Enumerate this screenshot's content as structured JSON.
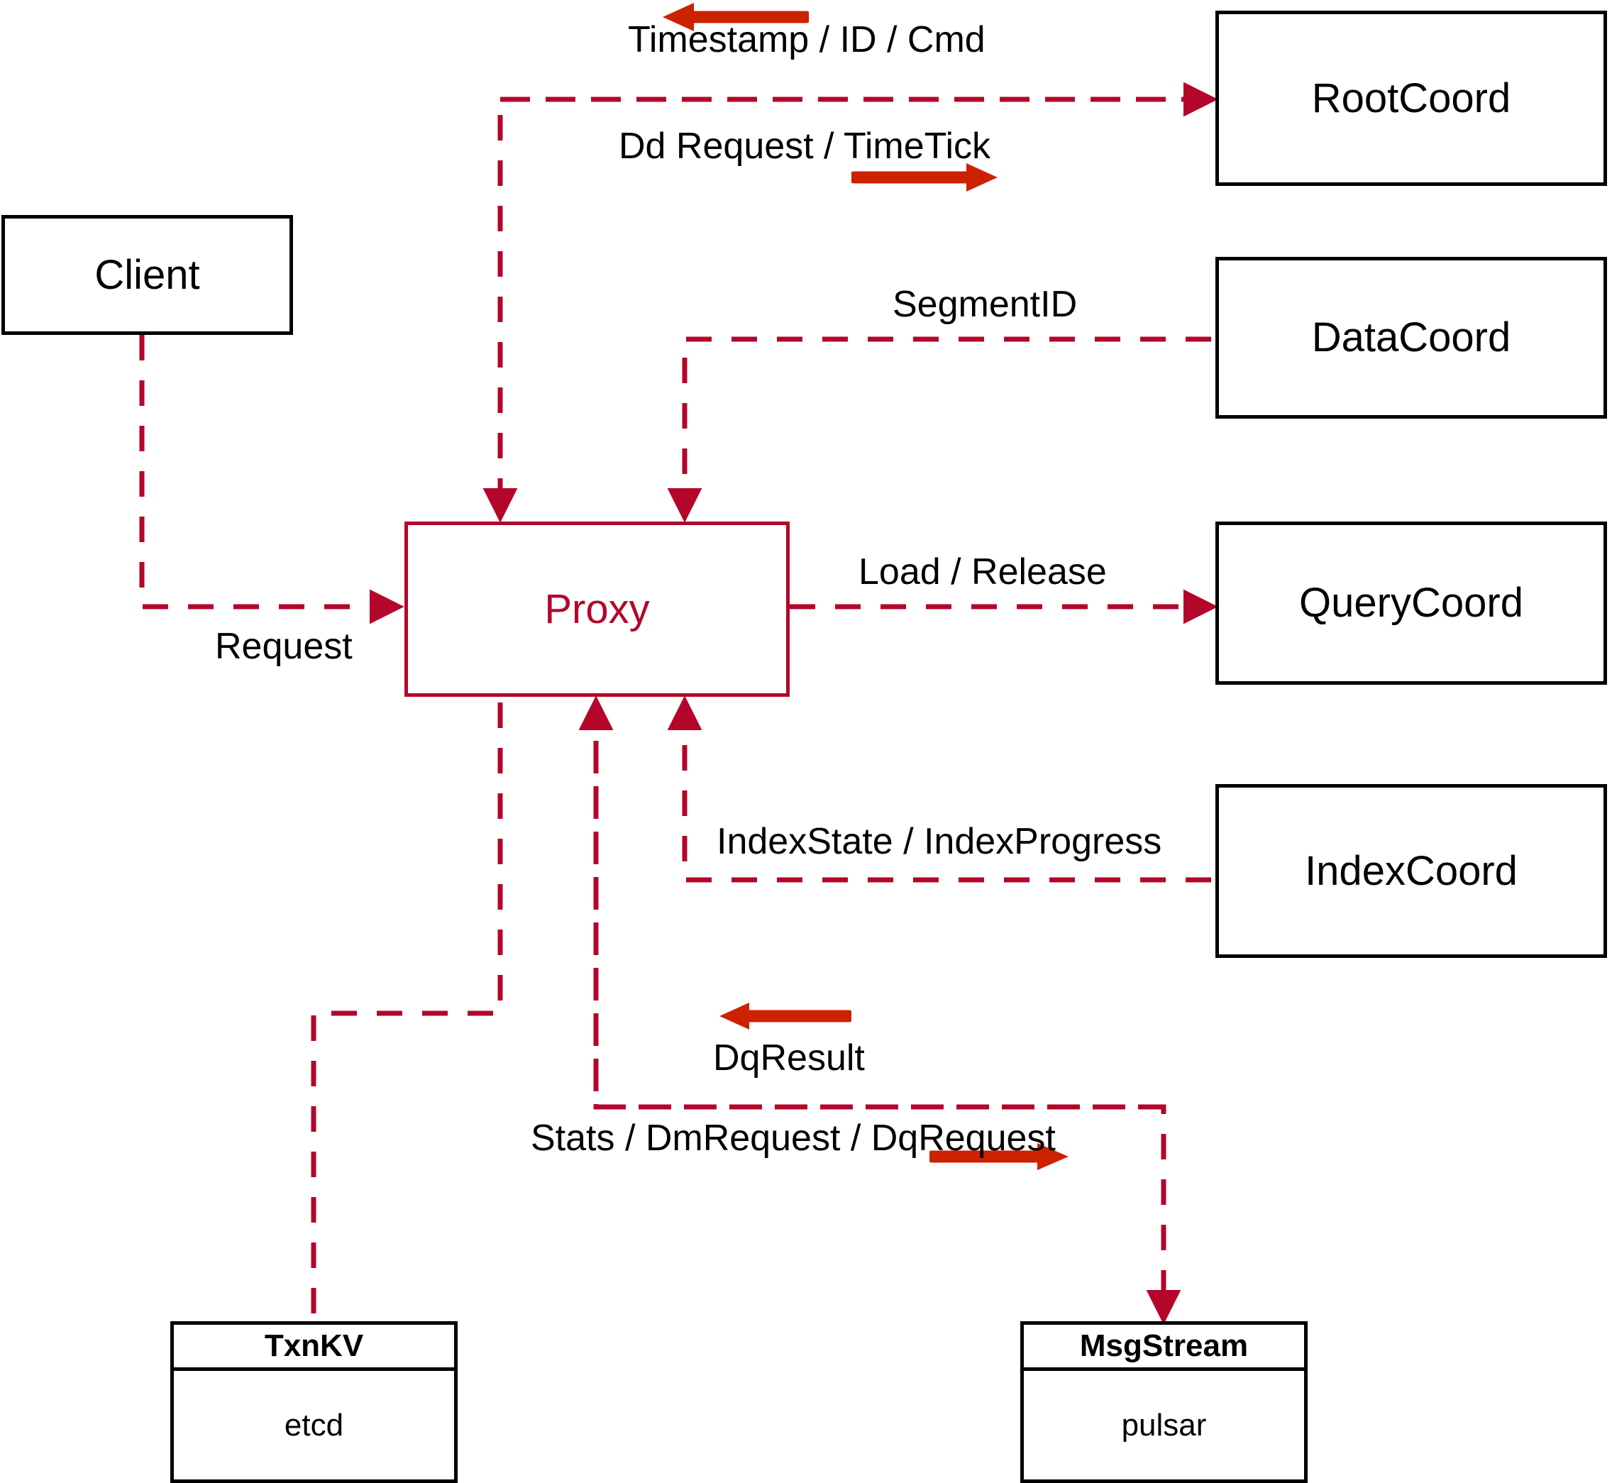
{
  "diagram": {
    "title": "Milvus Proxy interaction diagram",
    "colors": {
      "wire": "#b4062a",
      "node_border": "#000000",
      "proxy": "#b4062a",
      "direction_arrow": "#cc2200",
      "background": "#ffffff"
    }
  },
  "nodes": {
    "client": {
      "label": "Client"
    },
    "proxy": {
      "label": "Proxy"
    },
    "root_coord": {
      "label": "RootCoord"
    },
    "data_coord": {
      "label": "DataCoord"
    },
    "query_coord": {
      "label": "QueryCoord"
    },
    "index_coord": {
      "label": "IndexCoord"
    },
    "txn_kv": {
      "header": "TxnKV",
      "body": "etcd"
    },
    "msg_stream": {
      "header": "MsgStream",
      "body": "pulsar"
    }
  },
  "edge_labels": {
    "timestamp_id_cmd": "Timestamp / ID / Cmd",
    "dd_request_timetick": "Dd Request / TimeTick",
    "segment_id": "SegmentID",
    "request": "Request",
    "load_release": "Load / Release",
    "index_state_progress": "IndexState / IndexProgress",
    "dq_result": "DqResult",
    "stats_dm_dq_request": "Stats / DmRequest / DqRequest"
  },
  "direction_arrows": {
    "timestamp_left": "arrow-left-icon",
    "dd_request_right": "arrow-right-icon",
    "dq_result_left": "arrow-left-icon",
    "stats_right": "arrow-right-icon"
  },
  "edges": [
    {
      "name": "client-to-proxy",
      "from": "client",
      "to": "proxy",
      "label_key": "request",
      "style": "dashed"
    },
    {
      "name": "rootcoord-to-proxy",
      "from": "root_coord",
      "to": "proxy",
      "label_key": "timestamp_id_cmd",
      "style": "dashed"
    },
    {
      "name": "proxy-to-rootcoord",
      "from": "proxy",
      "to": "root_coord",
      "label_key": "dd_request_timetick",
      "style": "dashed"
    },
    {
      "name": "datacoord-to-proxy",
      "from": "data_coord",
      "to": "proxy",
      "label_key": "segment_id",
      "style": "dashed"
    },
    {
      "name": "proxy-to-querycoord",
      "from": "proxy",
      "to": "query_coord",
      "label_key": "load_release",
      "style": "dashed"
    },
    {
      "name": "indexcoord-to-proxy",
      "from": "index_coord",
      "to": "proxy",
      "label_key": "index_state_progress",
      "style": "dashed"
    },
    {
      "name": "msgstream-to-proxy",
      "from": "msg_stream",
      "to": "proxy",
      "label_key": "dq_result",
      "style": "dashed"
    },
    {
      "name": "proxy-to-msgstream",
      "from": "proxy",
      "to": "msg_stream",
      "label_key": "stats_dm_dq_request",
      "style": "dashed"
    },
    {
      "name": "proxy-to-txnkv",
      "from": "proxy",
      "to": "txn_kv",
      "label_key": "",
      "style": "dashed"
    }
  ]
}
